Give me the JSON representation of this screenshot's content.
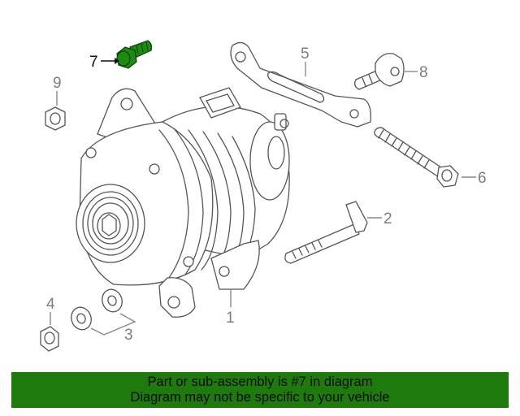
{
  "callouts": {
    "c1": "1",
    "c2": "2",
    "c3": "3",
    "c4": "4",
    "c5": "5",
    "c6": "6",
    "c7": "7",
    "c8": "8",
    "c9": "9"
  },
  "highlight_part": "7",
  "colors": {
    "highlight_part": "#1e8a12",
    "banner_bg": "#1f7a0e",
    "line_art": "#555555"
  },
  "banner": {
    "line1": "Part or sub-assembly is #7 in diagram",
    "line2": "Diagram may not be specific to your vehicle"
  }
}
